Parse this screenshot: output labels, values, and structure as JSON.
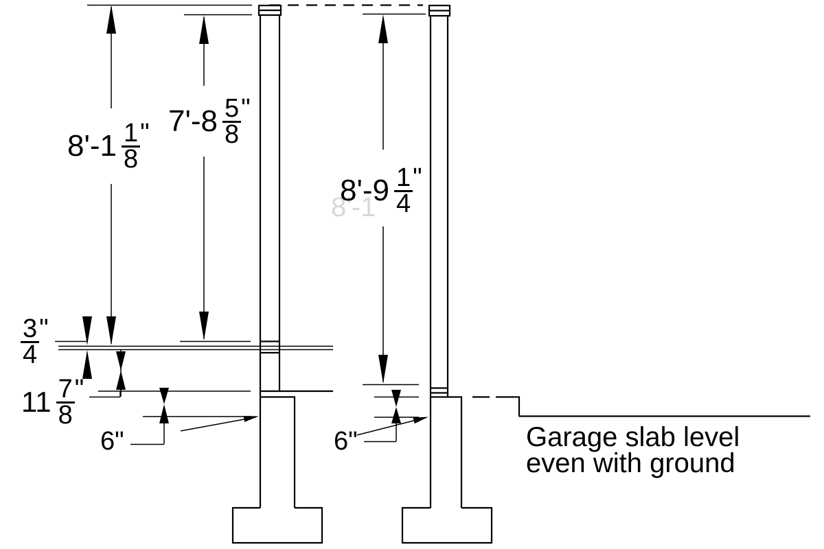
{
  "drawing": {
    "ink_color": "#000000",
    "background_color": "#ffffff",
    "ghost_color": "#d8d8d8",
    "dimensions": {
      "left_wall_overall": {
        "main": "8'-1",
        "frac_num": "1",
        "frac_quote": "\"",
        "frac_den": "8"
      },
      "left_wall_clear": {
        "main": "7'-8",
        "frac_num": "5",
        "frac_quote": "\"",
        "frac_den": "8"
      },
      "garage_wall_height": {
        "main": "8'-9",
        "frac_num": "1",
        "frac_quote": "\"",
        "frac_den": "4"
      },
      "subfloor_thickness": {
        "frac_num": "3",
        "frac_quote": "\"",
        "frac_den": "4"
      },
      "joist_depth": {
        "main": "11",
        "frac_num": "7",
        "frac_quote": "\"",
        "frac_den": "8"
      },
      "stem_exposure_left": "6\"",
      "stem_exposure_right": "6\""
    },
    "notes": {
      "garage_slab_line1": "Garage slab level",
      "garage_slab_line2": "even with ground"
    },
    "ghost_text": "8'-1"
  }
}
